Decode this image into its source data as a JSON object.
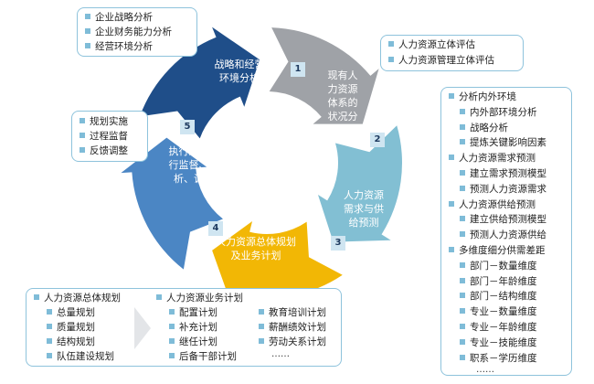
{
  "colors": {
    "seg1": "#1f4e89",
    "seg2": "#9fa2a7",
    "seg3": "#82bfd3",
    "seg4": "#f2b705",
    "seg5": "#4b86c4",
    "box_border": "#8ec3dc",
    "bullet": "#7fbcd8"
  },
  "cycle": {
    "steps": [
      {
        "num": "1",
        "label": "战略和经营\n环境分析"
      },
      {
        "num": "2",
        "label": "现有人\n力资源\n体系的\n状况分\n析"
      },
      {
        "num": "3",
        "label": "人力资源\n需求与供\n给预测"
      },
      {
        "num": "4",
        "label": "人力资源总体规划\n及业务计划"
      },
      {
        "num": "5",
        "label": "执行过程进\n行监督、分\n析、调整"
      }
    ]
  },
  "box_strategy": [
    "企业战略分析",
    "企业财务能力分析",
    "经营环境分析"
  ],
  "box_evaluation": [
    "人力资源立体评估",
    "人力资源管理立体评估"
  ],
  "box_execute": [
    "规划实施",
    "过程监督",
    "反馈调整"
  ],
  "box_forecast": [
    {
      "text": "分析内外环境",
      "level": 0
    },
    {
      "text": "内外部环境分析",
      "level": 1
    },
    {
      "text": "战略分析",
      "level": 1
    },
    {
      "text": "提炼关键影响因素",
      "level": 1
    },
    {
      "text": "人力资源需求预测",
      "level": 0
    },
    {
      "text": "建立需求预测模型",
      "level": 1
    },
    {
      "text": "预测人力资源需求",
      "level": 1
    },
    {
      "text": "人力资源供给预测",
      "level": 0
    },
    {
      "text": "建立供给预测模型",
      "level": 1
    },
    {
      "text": "预测人力资源供给",
      "level": 1
    },
    {
      "text": "多维度细分供需差距",
      "level": 0
    },
    {
      "text": "部门－数量维度",
      "level": 1
    },
    {
      "text": "部门－年龄维度",
      "level": 1
    },
    {
      "text": "部门－结构维度",
      "level": 1
    },
    {
      "text": "专业－数量维度",
      "level": 1
    },
    {
      "text": "专业－年龄维度",
      "level": 1
    },
    {
      "text": "专业－技能维度",
      "level": 1
    },
    {
      "text": "职系－学历维度",
      "level": 1
    }
  ],
  "forecast_ellipsis": "……",
  "box_plan": {
    "overall_title": "人力资源总体规划",
    "overall_items": [
      "总量规划",
      "质量规划",
      "结构规划",
      "队伍建设规划"
    ],
    "business_title": "人力资源业务计划",
    "business_col1": [
      "配置计划",
      "补充计划",
      "继任计划",
      "后备干部计划"
    ],
    "business_col2": [
      "教育培训计划",
      "薪酬绩效计划",
      "劳动关系计划"
    ],
    "ellipsis": "……"
  }
}
